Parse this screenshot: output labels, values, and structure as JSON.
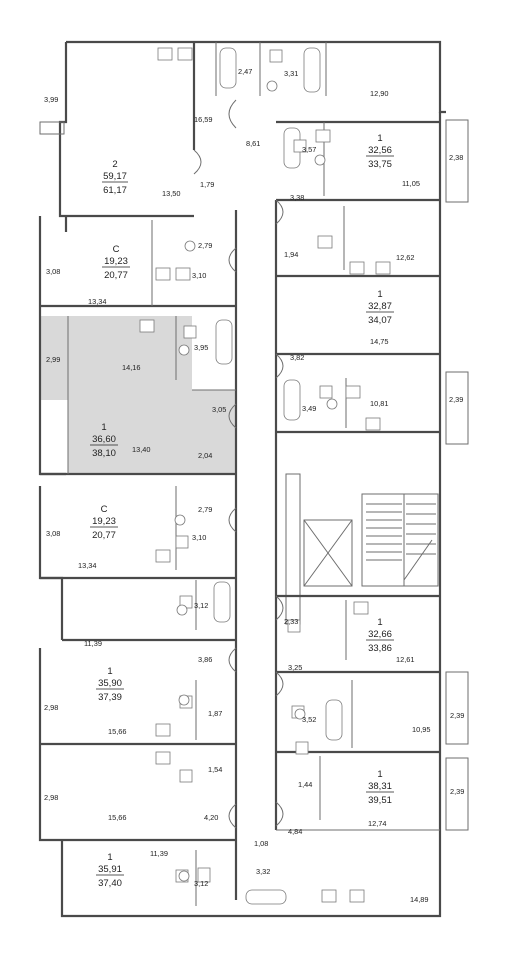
{
  "plan": {
    "units": [
      {
        "id": "u1",
        "type": "2",
        "area": "59,17",
        "total": "61,17"
      },
      {
        "id": "u2",
        "type": "1",
        "area": "32,56",
        "total": "33,75"
      },
      {
        "id": "u3",
        "type": "С",
        "area": "19,23",
        "total": "20,77"
      },
      {
        "id": "u4",
        "type": "1",
        "area": "32,87",
        "total": "34,07"
      },
      {
        "id": "u5",
        "type": "1",
        "area": "36,60",
        "total": "38,10"
      },
      {
        "id": "u6",
        "type": "С",
        "area": "19,23",
        "total": "20,77"
      },
      {
        "id": "u7",
        "type": "1",
        "area": "32,66",
        "total": "33,86"
      },
      {
        "id": "u8",
        "type": "1",
        "area": "35,90",
        "total": "37,39"
      },
      {
        "id": "u9",
        "type": "1",
        "area": "38,31",
        "total": "39,51"
      },
      {
        "id": "u10",
        "type": "1",
        "area": "35,91",
        "total": "37,40"
      }
    ],
    "rooms": [
      "3,99",
      "2,47",
      "3,31",
      "12,90",
      "16,59",
      "8,61",
      "3,57",
      "2,38",
      "11,05",
      "13,50",
      "1,79",
      "3,38",
      "2,79",
      "1,94",
      "12,62",
      "3,08",
      "3,10",
      "13,34",
      "2,99",
      "3,95",
      "14,16",
      "3,82",
      "14,75",
      "3,49",
      "10,81",
      "2,39",
      "3,05",
      "13,40",
      "2,04",
      "2,79",
      "3,08",
      "3,10",
      "13,34",
      "3,12",
      "2,33",
      "11,39",
      "3,86",
      "12,61",
      "3,25",
      "2,98",
      "15,66",
      "1,87",
      "3,52",
      "10,95",
      "2,39",
      "1,54",
      "2,98",
      "15,66",
      "1,44",
      "2,39",
      "12,74",
      "4,20",
      "4,84",
      "11,39",
      "1,08",
      "3,32",
      "3,12",
      "14,89"
    ],
    "highlight_unit": "u5"
  }
}
